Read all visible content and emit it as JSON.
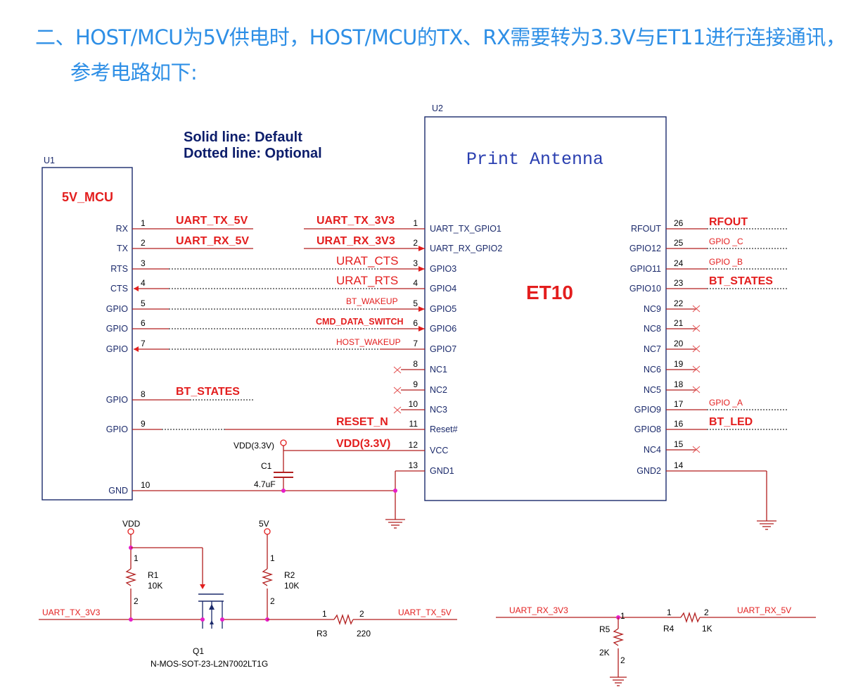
{
  "heading": {
    "line1": "二、HOST/MCU为5V供电时，HOST/MCU的TX、RX需要转为3.3V与ET11进行连接通讯，",
    "line2": "参考电路如下:"
  },
  "legend": {
    "solid": "Solid line: Default",
    "dotted": "Dotted line: Optional"
  },
  "u1": {
    "ref": "U1",
    "name": "5V_MCU",
    "pins": [
      {
        "num": "1",
        "name": "RX"
      },
      {
        "num": "2",
        "name": "TX"
      },
      {
        "num": "3",
        "name": "RTS"
      },
      {
        "num": "4",
        "name": "CTS"
      },
      {
        "num": "5",
        "name": "GPIO"
      },
      {
        "num": "6",
        "name": "GPIO"
      },
      {
        "num": "7",
        "name": "GPIO"
      },
      {
        "num": "8",
        "name": "GPIO"
      },
      {
        "num": "9",
        "name": "GPIO"
      },
      {
        "num": "10",
        "name": "GND"
      }
    ]
  },
  "u2": {
    "ref": "U2",
    "antenna": "Print  Antenna",
    "name": "ET10",
    "left_pins": [
      {
        "num": "1",
        "name": "UART_TX_GPIO1"
      },
      {
        "num": "2",
        "name": "UART_RX_GPIO2"
      },
      {
        "num": "3",
        "name": "GPIO3"
      },
      {
        "num": "4",
        "name": "GPIO4"
      },
      {
        "num": "5",
        "name": "GPIO5"
      },
      {
        "num": "6",
        "name": "GPIO6"
      },
      {
        "num": "7",
        "name": "GPIO7"
      },
      {
        "num": "8",
        "name": "NC1"
      },
      {
        "num": "9",
        "name": "NC2"
      },
      {
        "num": "10",
        "name": "NC3"
      },
      {
        "num": "11",
        "name": "Reset#"
      },
      {
        "num": "12",
        "name": "VCC"
      },
      {
        "num": "13",
        "name": "GND1"
      }
    ],
    "right_pins": [
      {
        "num": "26",
        "name": "RFOUT"
      },
      {
        "num": "25",
        "name": "GPIO12"
      },
      {
        "num": "24",
        "name": "GPIO11"
      },
      {
        "num": "23",
        "name": "GPIO10"
      },
      {
        "num": "22",
        "name": "NC9"
      },
      {
        "num": "21",
        "name": "NC8"
      },
      {
        "num": "20",
        "name": "NC7"
      },
      {
        "num": "19",
        "name": "NC6"
      },
      {
        "num": "18",
        "name": "NC5"
      },
      {
        "num": "17",
        "name": "GPIO9"
      },
      {
        "num": "16",
        "name": "GPIO8"
      },
      {
        "num": "15",
        "name": "NC4"
      },
      {
        "num": "14",
        "name": "GND2"
      }
    ]
  },
  "nets": {
    "uart_tx_5v": "UART_TX_5V",
    "uart_rx_5v": "UART_RX_5V",
    "bt_states": "BT_STATES",
    "uart_tx_3v3": "UART_TX_3V3",
    "urat_rx_3v3": "URAT_RX_3V3",
    "urat_cts": "URAT_CTS",
    "urat_rts": "URAT_RTS",
    "bt_wakeup": "BT_WAKEUP",
    "cmd_data_switch": "CMD_DATA_SWITCH",
    "host_wakeup": "HOST_WAKEUP",
    "reset_n": "RESET_N",
    "vdd_3v3": "VDD(3.3V)",
    "rfout": "RFOUT",
    "gpio_c": "GPIO _C",
    "gpio_b": "GPIO _B",
    "bt_states_r": "BT_STATES",
    "gpio_a": "GPIO _A",
    "bt_led": "BT_LED"
  },
  "cap": {
    "power": "VDD(3.3V)",
    "ref": "C1",
    "value": "4.7uF"
  },
  "shifter_tx": {
    "vdd": "VDD",
    "v5": "5V",
    "r1_ref": "R1",
    "r1_val": "10K",
    "r2_ref": "R2",
    "r2_val": "10K",
    "r3_ref": "R3",
    "r3_val": "220",
    "q_ref": "Q1",
    "q_part": "N-MOS-SOT-23-L2N7002LT1G",
    "in_net": "UART_TX_3V3",
    "out_net": "UART_TX_5V",
    "p1": "1",
    "p2": "2"
  },
  "shifter_rx": {
    "in_net": "UART_RX_3V3",
    "out_net": "UART_RX_5V",
    "r4_ref": "R4",
    "r4_val": "1K",
    "r5_ref": "R5",
    "r5_val": "2K",
    "p1": "1",
    "p2": "2"
  }
}
